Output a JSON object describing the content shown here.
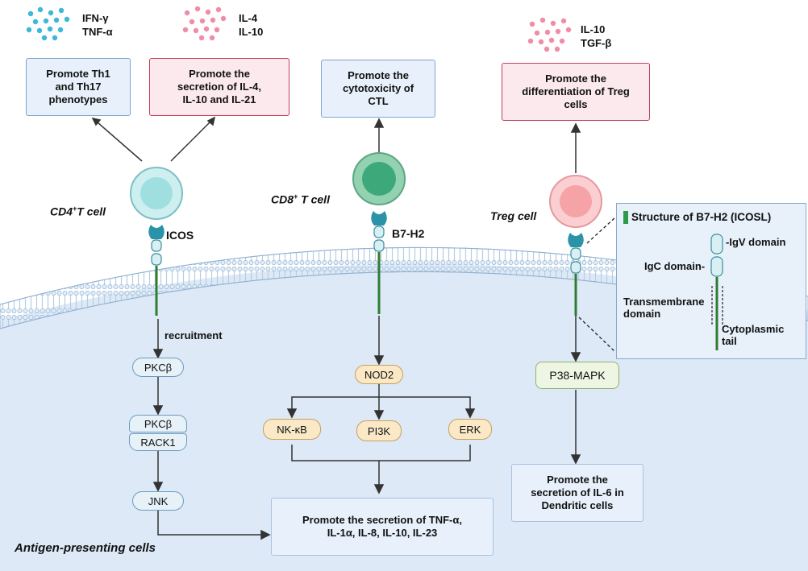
{
  "cytokines": {
    "th1": [
      "IFN-γ",
      "TNF-α"
    ],
    "th2": [
      "IL-4",
      "IL-10"
    ],
    "treg": [
      "IL-10",
      "TGF-β"
    ]
  },
  "top_boxes": {
    "th1_th17": [
      "Promote Th1",
      "and Th17",
      "phenotypes"
    ],
    "il_secretion": [
      "Promote the",
      "secretion of IL-4,",
      "IL-10 and IL-21"
    ],
    "ctl": [
      "Promote the",
      "cytotoxicity of",
      "CTL"
    ],
    "treg_diff": [
      "Promote the",
      "differentiation of Treg",
      "cells"
    ]
  },
  "cells": {
    "cd4": {
      "name": "CD4",
      "sup": "+",
      "suffix": "T cell",
      "receptor": "ICOS"
    },
    "cd8": {
      "name": "CD8",
      "sup": "+",
      "suffix": "T cell",
      "receptor": "B7-H2"
    },
    "treg": {
      "label": "Treg cell"
    }
  },
  "left_pathway": {
    "recruitment": "recruitment",
    "pkcb": "PKCβ",
    "complex": [
      "PKCβ",
      "RACK1"
    ],
    "jnk": "JNK"
  },
  "middle_pathway": {
    "nod2": "NOD2",
    "nfkb": "NK-κB",
    "pi3k": "PI3K",
    "erk": "ERK"
  },
  "right_pathway": {
    "p38": "P38-MAPK"
  },
  "bottom_boxes": {
    "tnf": [
      "Promote the secretion of TNF-α,",
      "IL-1α,  IL-8, IL-10, IL-23"
    ],
    "il6": [
      "Promote the",
      "secretion of IL-6 in",
      "Dendritic cells"
    ]
  },
  "inset": {
    "title": "Structure of B7-H2 (ICOSL)",
    "igv": "-IgV domain",
    "igc": "IgC domain-",
    "transmembrane": [
      "Transmembrane",
      "domain"
    ],
    "cytoplasmic": [
      "Cytoplasmic",
      "tail"
    ]
  },
  "apc_label": "Antigen-presenting cells",
  "colors": {
    "membrane_fill": "#c9ddef",
    "cytoplasm": "#dde9f6",
    "pink_border": "#c43c5c",
    "blue_border": "#7ea3cf",
    "teal_receptor": "#2a93a8",
    "green_stem": "#2e7d32"
  }
}
